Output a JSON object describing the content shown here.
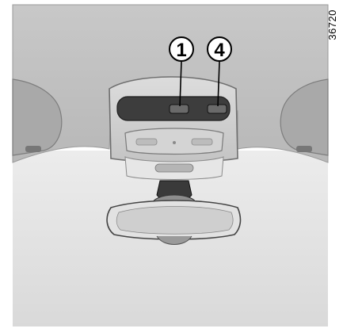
{
  "figure": {
    "reference_code": "36720",
    "callouts": [
      {
        "label": "1",
        "target": "button-left"
      },
      {
        "label": "4",
        "target": "button-right"
      }
    ]
  }
}
